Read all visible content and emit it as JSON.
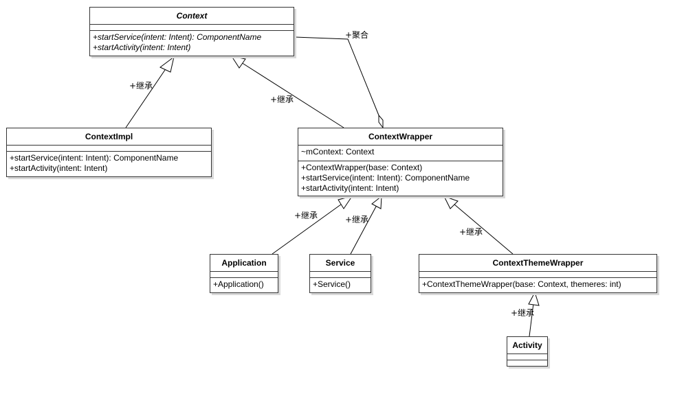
{
  "classes": {
    "context": {
      "name": "Context",
      "attributes": [],
      "methods": [
        "+startService(intent: Intent): ComponentName",
        "+startActivity(intent: Intent)"
      ]
    },
    "context_impl": {
      "name": "ContextImpl",
      "attributes": [],
      "methods": [
        "+startService(intent: Intent): ComponentName",
        "+startActivity(intent: Intent)"
      ]
    },
    "context_wrapper": {
      "name": "ContextWrapper",
      "attributes": [
        "~mContext: Context"
      ],
      "methods": [
        "+ContextWrapper(base: Context)",
        "+startService(intent: Intent): ComponentName",
        "+startActivity(intent: Intent)"
      ]
    },
    "application": {
      "name": "Application",
      "methods": [
        "+Application()"
      ]
    },
    "service": {
      "name": "Service",
      "methods": [
        "+Service()"
      ]
    },
    "context_theme_wrapper": {
      "name": "ContextThemeWrapper",
      "methods": [
        "+ContextThemeWrapper(base: Context, themeres: int)"
      ]
    },
    "activity": {
      "name": "Activity"
    }
  },
  "relations": {
    "inherit_label": "+继承",
    "aggregate_label": "+聚合"
  },
  "colors": {
    "border": "#333333",
    "shadow": "#d9d9d9",
    "line": "#000000"
  }
}
